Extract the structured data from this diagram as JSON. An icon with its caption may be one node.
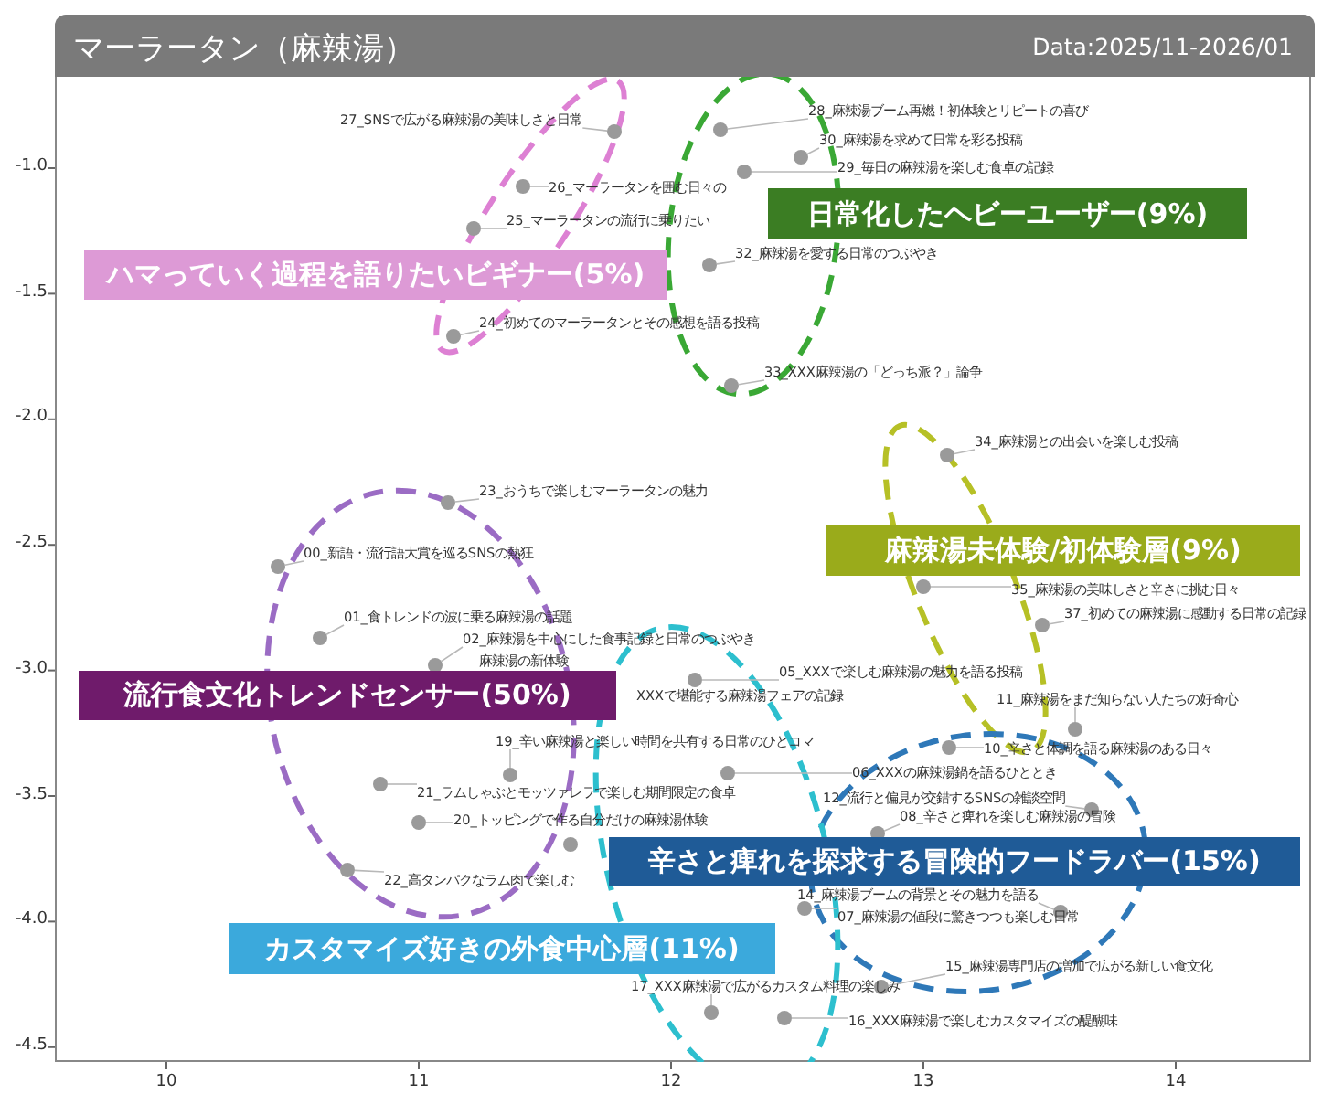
{
  "diagram": {
    "title": "マーラータン（麻辣湯）",
    "nodes": [
      {
        "text": [
          "ハマっていく過程を語りたいビギナー(5%)"
        ]
      },
      {
        "text": [
          "日常化したヘビーユーザー(9%)"
        ]
      },
      {
        "text": [
          "麻辣湯未体験/初体験層(9%)"
        ]
      },
      {
        "text": [
          "流行食文化トレンドセンサー(50%)"
        ]
      },
      {
        "text": [
          "辛さと痺れを探求する冒険的フードラバー(15%)"
        ]
      },
      {
        "text": [
          "カスタマイズ好きの外食中心層(11%)"
        ]
      },
      {
        "text": [
          "27_SNSで広がる麻辣湯の美味しさと日常"
        ]
      },
      {
        "text": [
          "28_麻辣湯ブーム再燃！初体験とリピートの喜び"
        ]
      },
      {
        "text": [
          "30_麻辣湯を求めて日常を彩る投稿"
        ]
      },
      {
        "text": [
          "29_毎日の麻辣湯を楽しむ食卓の記録"
        ]
      },
      {
        "text": [
          "26_マーラータンを囲む日々の"
        ]
      },
      {
        "text": [
          "25_マーラータンの流行に乗りたい"
        ]
      },
      {
        "text": [
          "32_麻辣湯を愛する日常のつぶやき"
        ]
      },
      {
        "text": [
          "24_初めてのマーラータンとその感想を語る投稿"
        ]
      },
      {
        "text": [
          "33_XXX麻辣湯の「どっち派？」論争"
        ]
      },
      {
        "text": [
          "34_麻辣湯との出会いを楽しむ投稿"
        ]
      },
      {
        "text": [
          "23_おうちで楽しむマーラータンの魅力"
        ]
      },
      {
        "text": [
          "00_新語・流行語大賞を巡るSNSの熱狂"
        ]
      },
      {
        "text": [
          "35_麻辣湯の美味しさと辛さに挑む日々"
        ]
      },
      {
        "text": [
          "37_初めての麻辣湯に感動する日常の記録"
        ]
      },
      {
        "text": [
          "01_食トレンドの波に乗る麻辣湯の話題"
        ]
      },
      {
        "text": [
          "02_麻辣湯を中心にした食事記録と日常のつぶやき"
        ]
      },
      {
        "text": [
          "05_XXXで楽しむ麻辣湯の魅力を語る投稿"
        ]
      },
      {
        "text": [
          "11_麻辣湯をまだ知らない人たちの好奇心"
        ]
      },
      {
        "text": [
          "10_辛さと体調を語る麻辣湯のある日々"
        ]
      },
      {
        "text": [
          "19_辛い麻辣湯と楽しい時間を共有する日常のひとコマ"
        ]
      },
      {
        "text": [
          "06_XXXの麻辣湯鍋を語るひととき"
        ]
      },
      {
        "text": [
          "21_ラムしゃぶとモッツァレラで楽しむ期間限定の食卓"
        ]
      },
      {
        "text": [
          "12_流行と偏見が交錯するSNSの雑談空間"
        ]
      },
      {
        "text": [
          "20_トッピングで作る自分だけの麻辣湯体験"
        ]
      },
      {
        "text": [
          "08_辛さと痺れを楽しむ麻辣湯の冒険"
        ]
      },
      {
        "text": [
          "22_高タンパクなラム肉で楽しむ"
        ]
      },
      {
        "text": [
          "14_麻辣湯ブームの背景とその魅力を語る"
        ]
      },
      {
        "text": [
          "07_麻辣湯の値段に驚きつつも楽しむ日常"
        ]
      },
      {
        "text": [
          "15_麻辣湯専門店の増加で広がる新しい食文化"
        ]
      },
      {
        "text": [
          "17_XXX麻辣湯で広がるカスタム料理の楽しみ"
        ]
      },
      {
        "text": [
          "16_XXX麻辣湯で楽しむカスタマイズの醍醐味"
        ]
      },
      {
        "text": [],
        "shape": "circle"
      },
      {
        "text": [],
        "shape": "circle"
      },
      {
        "text": [],
        "shape": "circle"
      },
      {
        "text": [],
        "shape": "circle"
      },
      {
        "text": [],
        "shape": "circle"
      },
      {
        "text": [],
        "shape": "circle"
      },
      {
        "text": [],
        "shape": "circle"
      },
      {
        "text": [],
        "shape": "circle"
      },
      {
        "text": [],
        "shape": "circle"
      },
      {
        "text": [],
        "shape": "circle"
      },
      {
        "text": [],
        "shape": "circle"
      },
      {
        "text": [],
        "shape": "circle"
      },
      {
        "text": [],
        "shape": "circle"
      },
      {
        "text": [],
        "shape": "circle"
      },
      {
        "text": [],
        "shape": "circle"
      },
      {
        "text": [],
        "shape": "circle"
      },
      {
        "text": [],
        "shape": "circle"
      },
      {
        "text": [],
        "shape": "circle"
      },
      {
        "text": [],
        "shape": "circle"
      },
      {
        "text": [],
        "shape": "circle"
      },
      {
        "text": [],
        "shape": "circle"
      },
      {
        "text": [],
        "shape": "circle"
      },
      {
        "text": [],
        "shape": "circle"
      },
      {
        "text": [],
        "shape": "circle"
      },
      {
        "text": [],
        "shape": "circle"
      },
      {
        "text": [],
        "shape": "circle"
      },
      {
        "text": [],
        "shape": "circle"
      },
      {
        "text": [],
        "shape": "circle"
      },
      {
        "text": [],
        "shape": "circle"
      },
      {
        "text": [],
        "shape": "circle"
      },
      {
        "text": [],
        "shape": "circle"
      },
      {
        "text": [],
        "shape": "circle"
      }
    ],
    "edges": [
      {
        "from": 6,
        "to": 37,
        "arrow": "none"
      },
      {
        "from": 7,
        "to": 38,
        "arrow": "none"
      },
      {
        "from": 8,
        "to": 39,
        "arrow": "none"
      },
      {
        "from": 9,
        "to": 40,
        "arrow": "none"
      },
      {
        "from": 10,
        "to": 41,
        "arrow": "none"
      },
      {
        "from": 11,
        "to": 42,
        "arrow": "none"
      },
      {
        "from": 12,
        "to": 43,
        "arrow": "none"
      },
      {
        "from": 13,
        "to": 44,
        "arrow": "none"
      },
      {
        "from": 14,
        "to": 45,
        "arrow": "none"
      },
      {
        "from": 15,
        "to": 46,
        "arrow": "none"
      },
      {
        "from": 16,
        "to": 47,
        "arrow": "none"
      },
      {
        "from": 17,
        "to": 48,
        "arrow": "none"
      },
      {
        "from": 18,
        "to": 49,
        "arrow": "none"
      },
      {
        "from": 19,
        "to": 50,
        "arrow": "none"
      },
      {
        "from": 20,
        "to": 51,
        "arrow": "none"
      },
      {
        "from": 21,
        "to": 52,
        "arrow": "none"
      },
      {
        "from": 22,
        "to": 53,
        "arrow": "none"
      },
      {
        "from": 23,
        "to": 54,
        "arrow": "none"
      },
      {
        "from": 24,
        "to": 55,
        "arrow": "none"
      },
      {
        "from": 25,
        "to": 56,
        "arrow": "none"
      },
      {
        "from": 26,
        "to": 57,
        "arrow": "none"
      },
      {
        "from": 27,
        "to": 58,
        "arrow": "none"
      },
      {
        "from": 28,
        "to": 59,
        "arrow": "none"
      },
      {
        "from": 29,
        "to": 60,
        "arrow": "none"
      },
      {
        "from": 30,
        "to": 61,
        "arrow": "none"
      },
      {
        "from": 31,
        "to": 62,
        "arrow": "none"
      },
      {
        "from": 32,
        "to": 63,
        "arrow": "none"
      },
      {
        "from": 33,
        "to": 64,
        "arrow": "none"
      },
      {
        "from": 34,
        "to": 65,
        "arrow": "none"
      },
      {
        "from": 35,
        "to": 66,
        "arrow": "none"
      },
      {
        "from": 36,
        "to": 67,
        "arrow": "none"
      }
    ],
    "labels": [
      "Data:2025/11-2026/01",
      "-1.0",
      "-1.5",
      "-2.0",
      "-2.5",
      "-3.0",
      "-3.5",
      "-4.0",
      "-4.5",
      "10",
      "11",
      "12",
      "13",
      "14",
      "麻辣湯の新体験",
      "XXXで堪能する麻辣湯フェアの記録"
    ]
  }
}
